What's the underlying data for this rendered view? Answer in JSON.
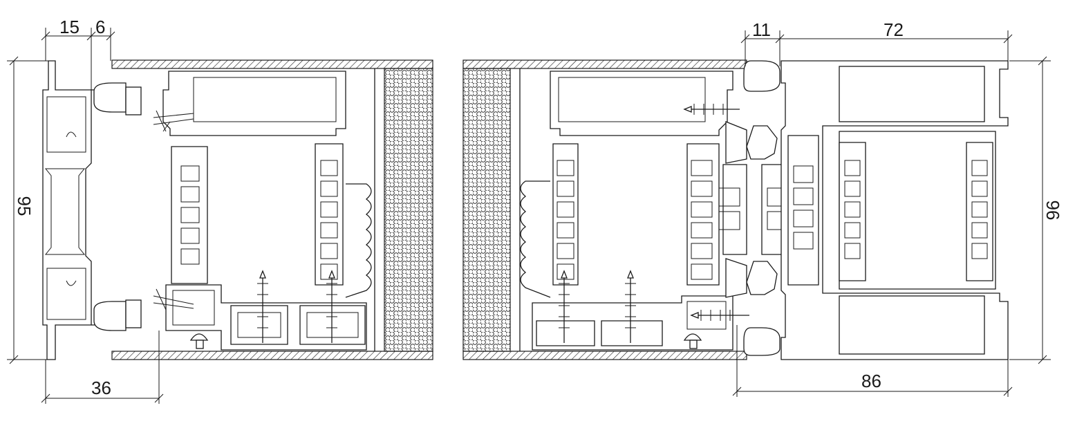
{
  "drawing": {
    "left_section": {
      "dim_top_a": "15",
      "dim_top_b": "6",
      "dim_height": "95",
      "dim_bottom": "36"
    },
    "right_section": {
      "dim_top_a": "11",
      "dim_top_b": "72",
      "dim_height": "96",
      "dim_bottom": "86"
    }
  }
}
